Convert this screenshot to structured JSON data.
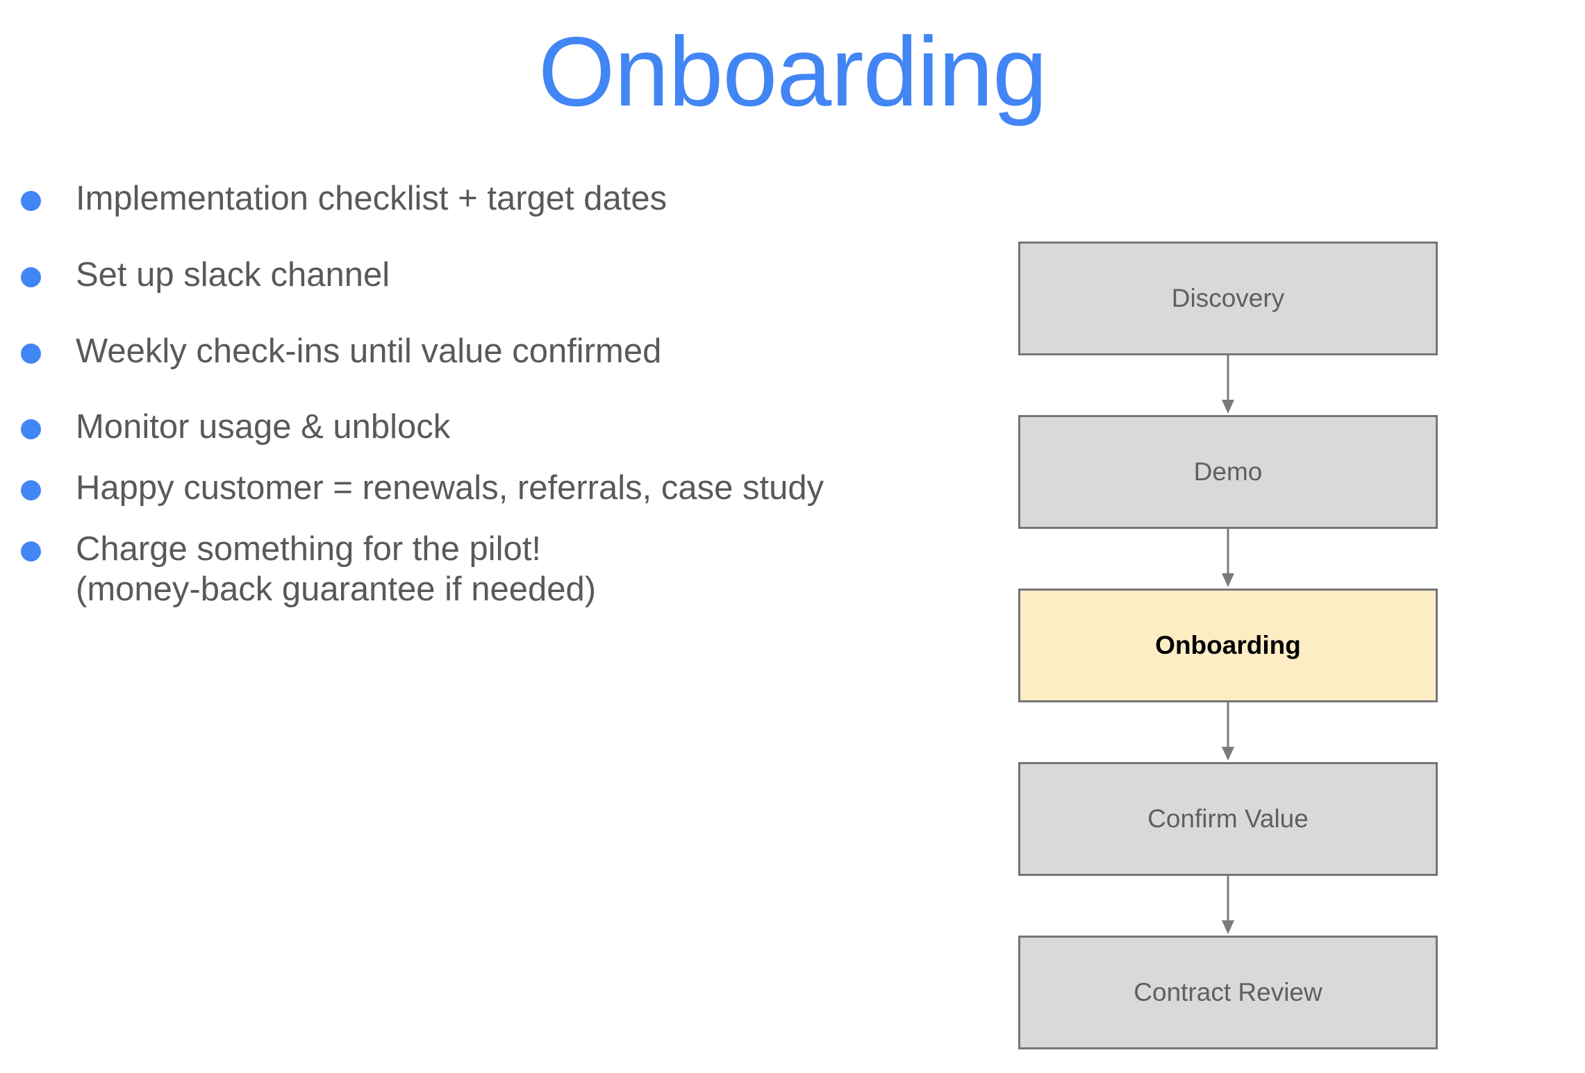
{
  "slide": {
    "title": "Onboarding",
    "title_color": "#4285f4",
    "background_color": "#ffffff"
  },
  "bullets": {
    "dot_color": "#4285f4",
    "text_color": "#595959",
    "items": [
      {
        "text": "Implementation checklist + target dates"
      },
      {
        "text": "Set up slack channel"
      },
      {
        "text": "Weekly check-ins until value confirmed"
      },
      {
        "text": "Monitor usage & unblock"
      },
      {
        "text": "Happy customer = renewals, referrals, case study"
      },
      {
        "text": "Charge something for the pilot!",
        "line2": "(money-back guarantee if needed)"
      }
    ]
  },
  "flowchart": {
    "type": "vertical-flow",
    "node_fill": "#d9d9d9",
    "node_border": "#757575",
    "node_text_color": "#5f5f5f",
    "highlight_fill": "#fdedc4",
    "highlight_text_color": "#000000",
    "arrow_color": "#7a7a7a",
    "nodes": [
      {
        "label": "Discovery",
        "highlighted": false
      },
      {
        "label": "Demo",
        "highlighted": false
      },
      {
        "label": "Onboarding",
        "highlighted": true
      },
      {
        "label": "Confirm Value",
        "highlighted": false
      },
      {
        "label": "Contract Review",
        "highlighted": false
      }
    ]
  }
}
